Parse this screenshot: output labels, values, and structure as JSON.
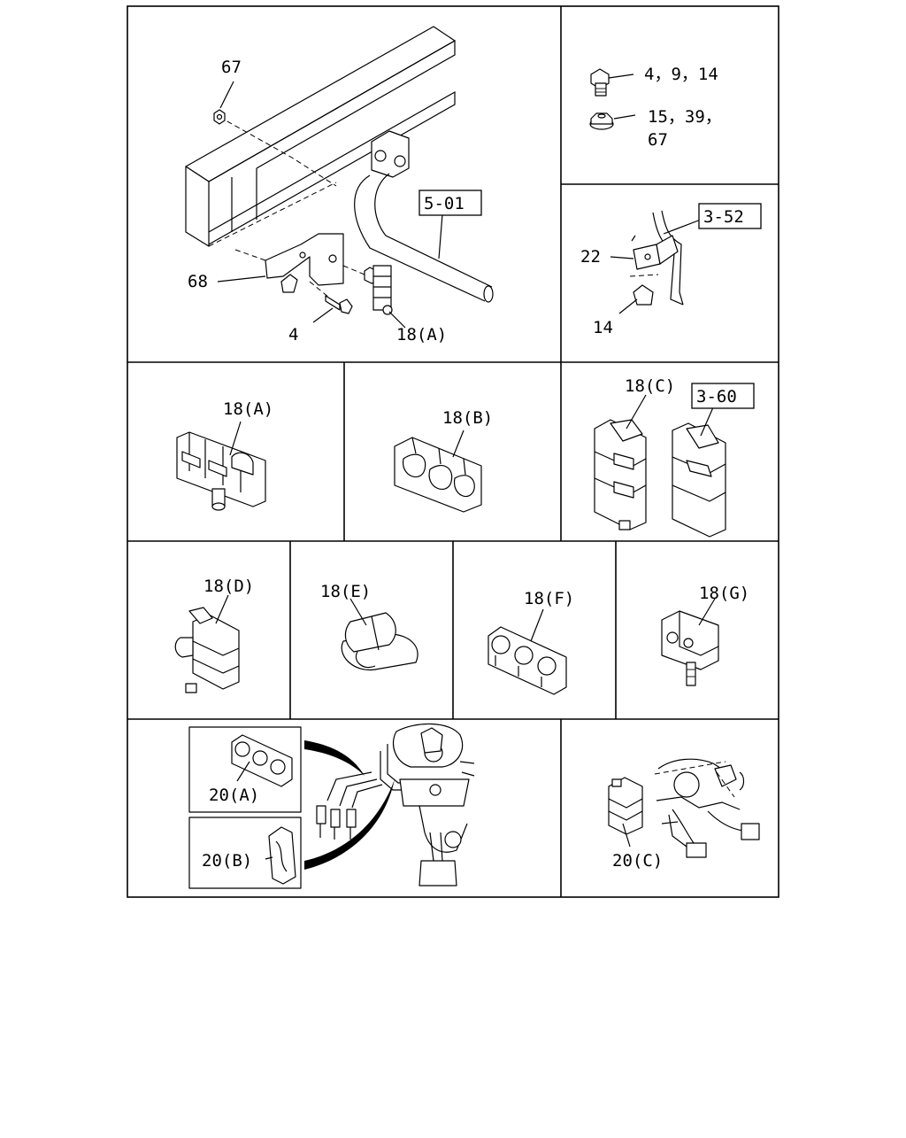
{
  "diagram": {
    "panels": [
      {
        "id": "main",
        "labels": [
          "67",
          "68",
          "4",
          "18(A)"
        ],
        "ref_box": "5-01"
      },
      {
        "id": "fasteners",
        "labels": [
          "4，9，14",
          "15，39，",
          "67"
        ]
      },
      {
        "id": "pipe-clip",
        "labels": [
          "22",
          "14"
        ],
        "ref_box": "3-52"
      },
      {
        "id": "clip-a",
        "labels": [
          "18(A)"
        ]
      },
      {
        "id": "clip-b",
        "labels": [
          "18(B)"
        ]
      },
      {
        "id": "clip-c",
        "labels": [
          "18(C)"
        ],
        "ref_box": "3-60"
      },
      {
        "id": "clip-d",
        "labels": [
          "18(D)"
        ]
      },
      {
        "id": "clip-e",
        "labels": [
          "18(E)"
        ]
      },
      {
        "id": "clip-f",
        "labels": [
          "18(F)"
        ]
      },
      {
        "id": "clip-g",
        "labels": [
          "18(G)"
        ]
      },
      {
        "id": "pedal-clips",
        "labels": [
          "20(A)",
          "20(B)"
        ]
      },
      {
        "id": "clip-20c",
        "labels": [
          "20(C)"
        ]
      }
    ]
  }
}
